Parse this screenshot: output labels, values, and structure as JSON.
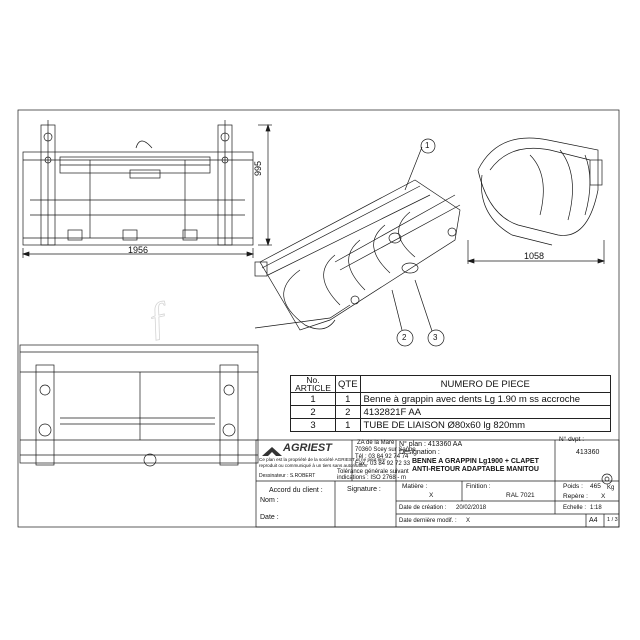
{
  "dimensions": {
    "front_width": "1956",
    "front_height": "995",
    "side_depth": "1058"
  },
  "callouts": [
    "1",
    "2",
    "3"
  ],
  "bom": {
    "headers": {
      "no_article": "No. ARTICLE",
      "qte": "QTE",
      "numero": "NUMERO DE PIECE"
    },
    "rows": [
      {
        "no": "1",
        "qte": "1",
        "desc": "Benne à grappin avec dents Lg 1.90 m ss accroche"
      },
      {
        "no": "2",
        "qte": "2",
        "desc": "4132821F AA"
      },
      {
        "no": "3",
        "qte": "1",
        "desc": "TUBE DE LIAISON Ø80x60 lg 820mm"
      }
    ]
  },
  "title_block": {
    "brand": "AGRIEST",
    "address_1": "ZA de la Mare",
    "address_2": "70360 Scey sur Saône",
    "tel": "Tél : 03 84 92 74 74",
    "fax": "Fax : 03 84 92 72 33",
    "copyright_1": "Ce plan est la propriété de la société AGRIEST et ne peut être",
    "copyright_2": "reproduit ou communiqué à un tiers sans autorisation",
    "tolerance_1": "Tolérance générale suivant",
    "tolerance_2": "indications : ISO 2768 - m",
    "dessinateur": "Dessinateur : S.ROBERT",
    "accord_client": "Accord du client :",
    "signature": "Signature :",
    "nom": "Nom :",
    "date_label": "Date :",
    "np_plan_label": "N° plan : 413360 AA",
    "designation_label": "Désignation :",
    "designation_1": "BENNE A GRAPPIN Lg1900 + CLAPET",
    "designation_2": "ANTI-RETOUR ADAPTABLE MANITOU",
    "np_dvpt_label": "N° dvpt :",
    "np_dvpt_value": "413360",
    "matiere_label": "Matière :",
    "matiere_value": "X",
    "finition_label": "Finition :",
    "finition_value": "RAL 7021",
    "poids_label": "Poids :",
    "poids_value": "465",
    "poids_unit": "Kg",
    "repere_label": "Repère :",
    "repere_value": "X",
    "creation_label": "Date de création :",
    "creation_value": "20/02/2018",
    "echelle_label": "Echelle :",
    "echelle_value": "1:18",
    "modif_label": "Date dernière modif. :",
    "modif_value": "X",
    "format": "A4",
    "page": "1 / 3"
  },
  "colors": {
    "line": "#1a1a1a",
    "brand": "#333333",
    "watermark": "#d9d9d9"
  }
}
